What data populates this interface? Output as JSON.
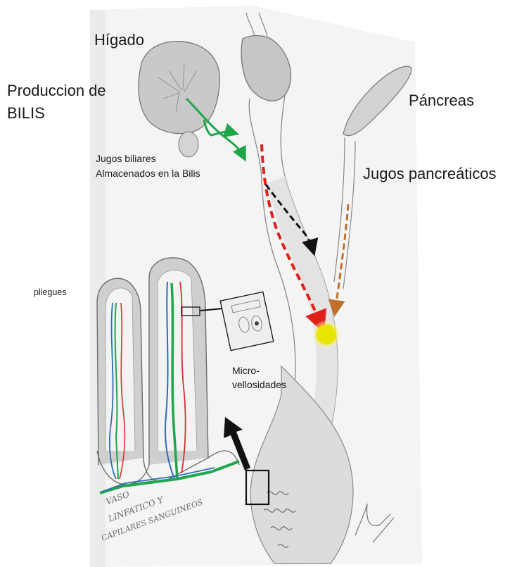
{
  "labels": {
    "higado": "Hígado",
    "produccion_line1": "Produccion de",
    "produccion_line2": "BILIS",
    "pancreas": "Páncreas",
    "jugos_biliares_line1": "Jugos biliares",
    "jugos_biliares_line2": "Almacenados en la Bilis",
    "jugos_pancreaticos": "Jugos pancreáticos",
    "pliegues": "pliegues",
    "micro_line1": "Micro-",
    "micro_line2": "vellosidades"
  },
  "handwritten": {
    "line1": "VASO",
    "line2": "LINFATICO Y",
    "line3": "CAPILARES SANGUINEOS"
  },
  "colors": {
    "bile_path": "#1fa64a",
    "stomach_flow": "#e0201a",
    "bile_duct_flow": "#111111",
    "pancreatic_flow": "#c0702a",
    "papilla_marker": "#e9e400",
    "sketch": "#8a8a8a",
    "vessel_blue": "#2f6db3"
  }
}
